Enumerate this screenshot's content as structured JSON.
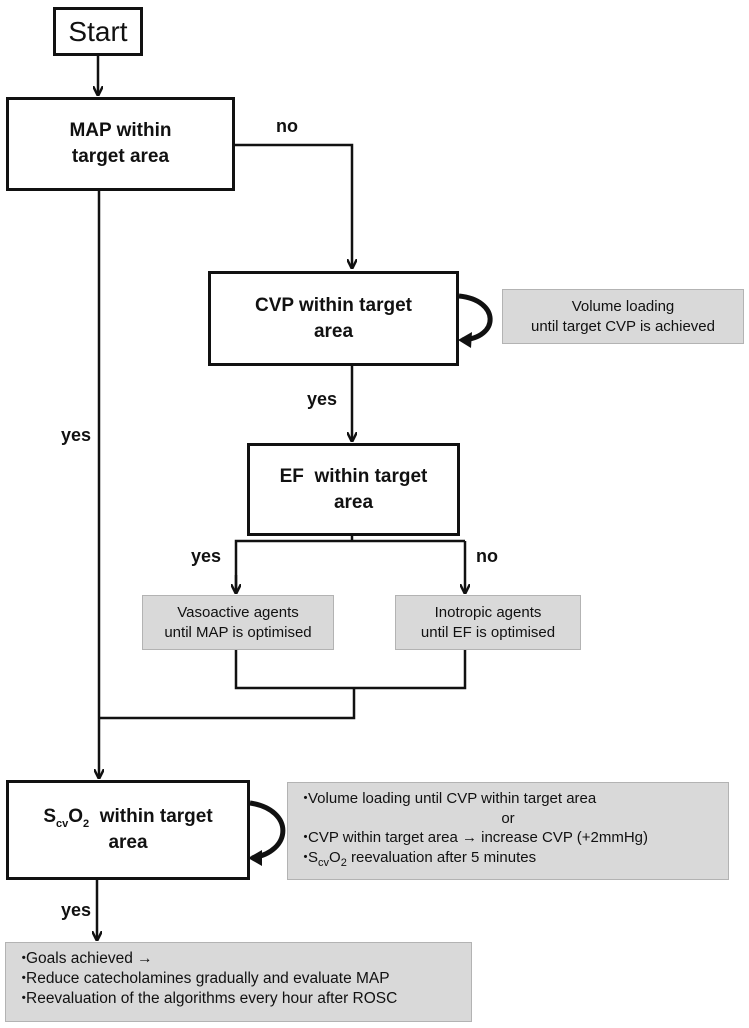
{
  "start_label": "Start",
  "boxes": {
    "map": {
      "line1": "MAP within",
      "line2": "target area"
    },
    "cvp": {
      "line1": "CVP within target",
      "line2": "area"
    },
    "ef": {
      "line1": "EF  within target",
      "line2": "area"
    },
    "scvo2": {
      "s": "S",
      "sub1": "cv",
      "o": "O",
      "sub2": "2",
      "rest": "  within target",
      "line2": "area"
    }
  },
  "edge_labels": {
    "map_no": "no",
    "map_yes": "yes",
    "cvp_yes": "yes",
    "ef_yes": "yes",
    "ef_no": "no",
    "scvo2_yes": "yes"
  },
  "notes": {
    "volume": {
      "line1": "Volume loading",
      "line2": "until target CVP is achieved"
    },
    "vasoactive": {
      "line1": "Vasoactive agents",
      "line2": "until MAP is optimised"
    },
    "inotropic": {
      "line1": "Inotropic agents",
      "line2": "until EF is optimised"
    },
    "scvo2_actions": {
      "bullet": "・",
      "item1": "Volume loading until CVP within target area",
      "or": "or",
      "item2": "CVP within target area → increase CVP (+2mmHg)",
      "item3_s": "S",
      "item3_sub1": "cv",
      "item3_o": "O",
      "item3_sub2": "2",
      "item3_rest": " reevaluation after 5 minutes"
    },
    "final": {
      "bullet": "・",
      "item1": "Goals achieved →",
      "item2": "Reduce catecholamines gradually and evaluate MAP",
      "item3": "Reevaluation of the algorithms every hour after ROSC"
    }
  }
}
